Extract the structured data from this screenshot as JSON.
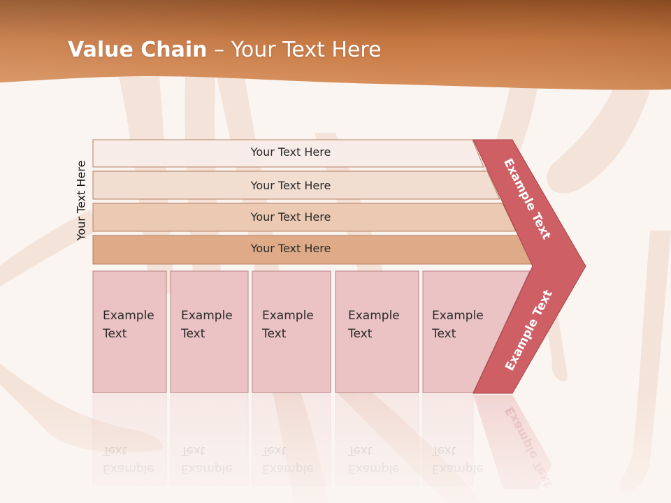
{
  "title": {
    "bold": "Value Chain",
    "rest": " – Your Text Here"
  },
  "vertical_label": "Your Text Here",
  "bands": [
    {
      "label": "Your Text Here",
      "color": "#f7ece7"
    },
    {
      "label": "Your Text Here",
      "color": "#f2ddd1"
    },
    {
      "label": "Your Text Here",
      "color": "#ecc9b3"
    },
    {
      "label": "Your Text Here",
      "color": "#deaa87"
    }
  ],
  "columns": [
    {
      "line1": "Example",
      "line2": "Text"
    },
    {
      "line1": "Example",
      "line2": "Text"
    },
    {
      "line1": "Example",
      "line2": "Text"
    },
    {
      "line1": "Example",
      "line2": "Text"
    },
    {
      "line1": "Example",
      "line2": "Text"
    }
  ],
  "chevron": {
    "top_label": "Example Text",
    "bottom_label": "Example Text"
  },
  "colors": {
    "header_dark": "#b96b35",
    "header_light": "#d08a58",
    "column_fill": "#ebc3c4",
    "column_stroke": "#b98082",
    "chevron": "#cd5f65",
    "band_stroke": "#b77f61"
  }
}
